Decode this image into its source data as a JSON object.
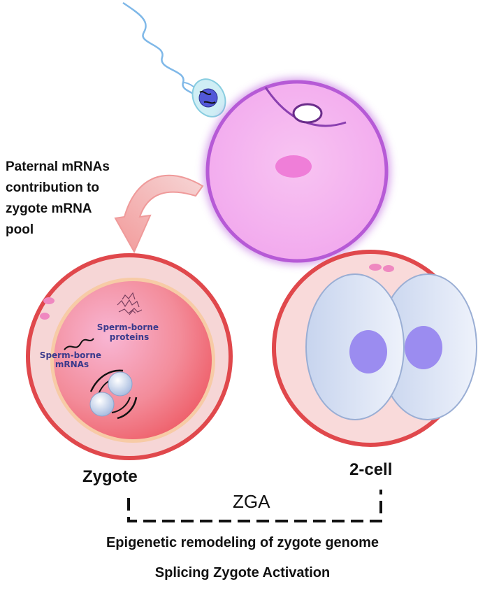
{
  "labels": {
    "paternal_line1": "Paternal mRNAs",
    "paternal_line2": "contribution to",
    "paternal_line3": "zygote mRNA",
    "paternal_line4": "pool",
    "zygote": "Zygote",
    "two_cell": "2-cell",
    "zga": "ZGA",
    "epigenetic": "Epigenetic remodeling of zygote genome",
    "splicing": "Splicing Zygote Activation"
  },
  "inner_labels": {
    "sperm_proteins_line1": "Sperm-borne",
    "sperm_proteins_line2": "proteins",
    "sperm_mrnas_line1": "Sperm-borne",
    "sperm_mrnas_line2": "mRNAs"
  },
  "colors": {
    "oocyte_fill": "#f4b8f0",
    "oocyte_glow": "#a03cc8",
    "zygote_rim": "#e0484c",
    "zygote_fill": "#f08a94",
    "pronucleus": "#c8d6ee",
    "blastomere": "#d6e0f0",
    "nucleus": "#9b8cf0",
    "arrow": "#f4a6a6"
  }
}
